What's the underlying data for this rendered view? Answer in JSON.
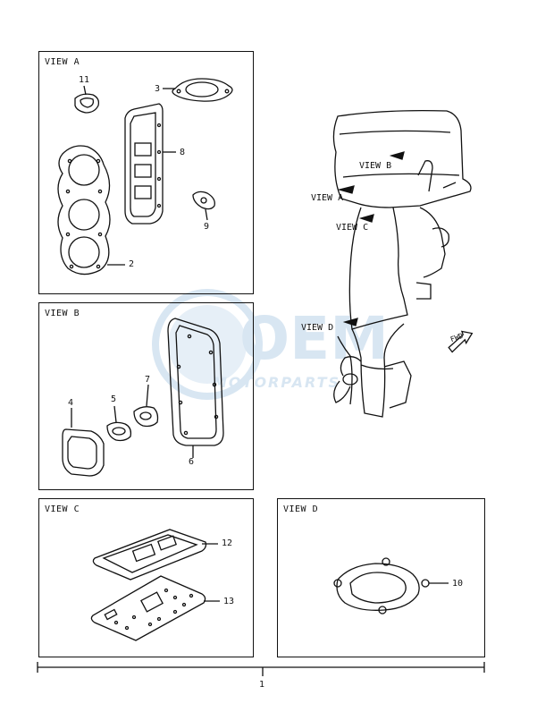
{
  "views": {
    "a": {
      "label": "VIEW A"
    },
    "b": {
      "label": "VIEW B"
    },
    "c": {
      "label": "VIEW C"
    },
    "d": {
      "label": "VIEW D"
    }
  },
  "callouts": {
    "n1": "1",
    "n2": "2",
    "n3": "3",
    "n4": "4",
    "n5": "5",
    "n6": "6",
    "n7": "7",
    "n8": "8",
    "n9": "9",
    "n10": "10",
    "n11": "11",
    "n12": "12",
    "n13": "13"
  },
  "engine_labels": {
    "view_a": "VIEW A",
    "view_b": "VIEW B",
    "view_c": "VIEW C",
    "view_d": "VIEW D",
    "fwd": "FWD"
  },
  "watermark": {
    "brand": "OEM",
    "sub": "MOTORPARTS"
  },
  "colors": {
    "line": "#111111",
    "watermark": "#d8e6f2"
  }
}
